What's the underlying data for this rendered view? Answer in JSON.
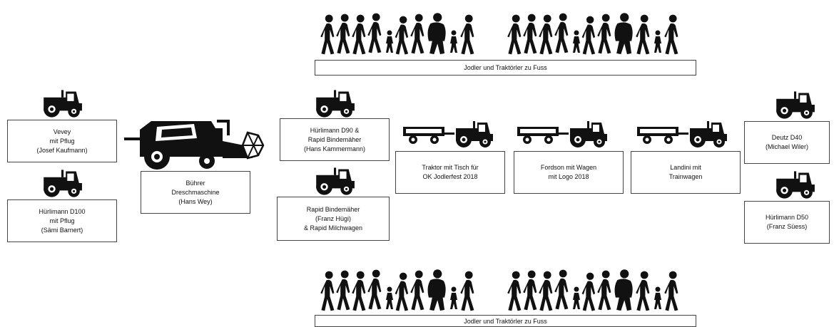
{
  "colors": {
    "ink": "#111111",
    "border": "#444444",
    "background": "#ffffff"
  },
  "crowd_top": {
    "icon": "walking-people-icon",
    "label": "Jodler und  Traktörler zu Fuss"
  },
  "crowd_bottom": {
    "icon": "walking-people-icon",
    "label": "Jodler und  Traktörler zu Fuss"
  },
  "units": {
    "vevey": {
      "icon": "tractor-icon",
      "lines": [
        "Vevey",
        "mit Pflug",
        "(Josef Kaufmann)"
      ]
    },
    "d100": {
      "icon": "tractor-icon",
      "lines": [
        "Hürlimann  D100",
        "mit Pflug",
        "(Sämi Barnert)"
      ]
    },
    "combine": {
      "icon": "combine-harvester-icon",
      "lines": [
        "Bührer",
        "Dreschmaschine",
        "(Hans Wey)"
      ]
    },
    "d90": {
      "icon": "tractor-icon",
      "lines": [
        "Hürlimann  D90 &",
        "Rapid Bindemäher",
        "(Hans Kammermann)"
      ]
    },
    "rapid": {
      "icon": "tractor-icon",
      "lines": [
        "Rapid Bindemäher",
        "(Franz Hügi)",
        "& Rapid Milchwagen"
      ]
    },
    "tisch": {
      "icon": "tractor-with-trailer-icon",
      "lines": [
        "Traktor mit Tisch für",
        "OK Jodlerfest 2018"
      ]
    },
    "fordson": {
      "icon": "tractor-with-trailer-icon",
      "lines": [
        "Fordson mit Wagen",
        "mit Logo 2018"
      ]
    },
    "landini": {
      "icon": "tractor-with-trailer-icon",
      "lines": [
        "Landini mit",
        "Trainwagen"
      ]
    },
    "deutz": {
      "icon": "tractor-icon",
      "lines": [
        "Deutz D40",
        "(Michael Wiler)"
      ]
    },
    "d50": {
      "icon": "tractor-icon",
      "lines": [
        "Hürlimann  D50",
        "(Franz Süess)"
      ]
    }
  }
}
